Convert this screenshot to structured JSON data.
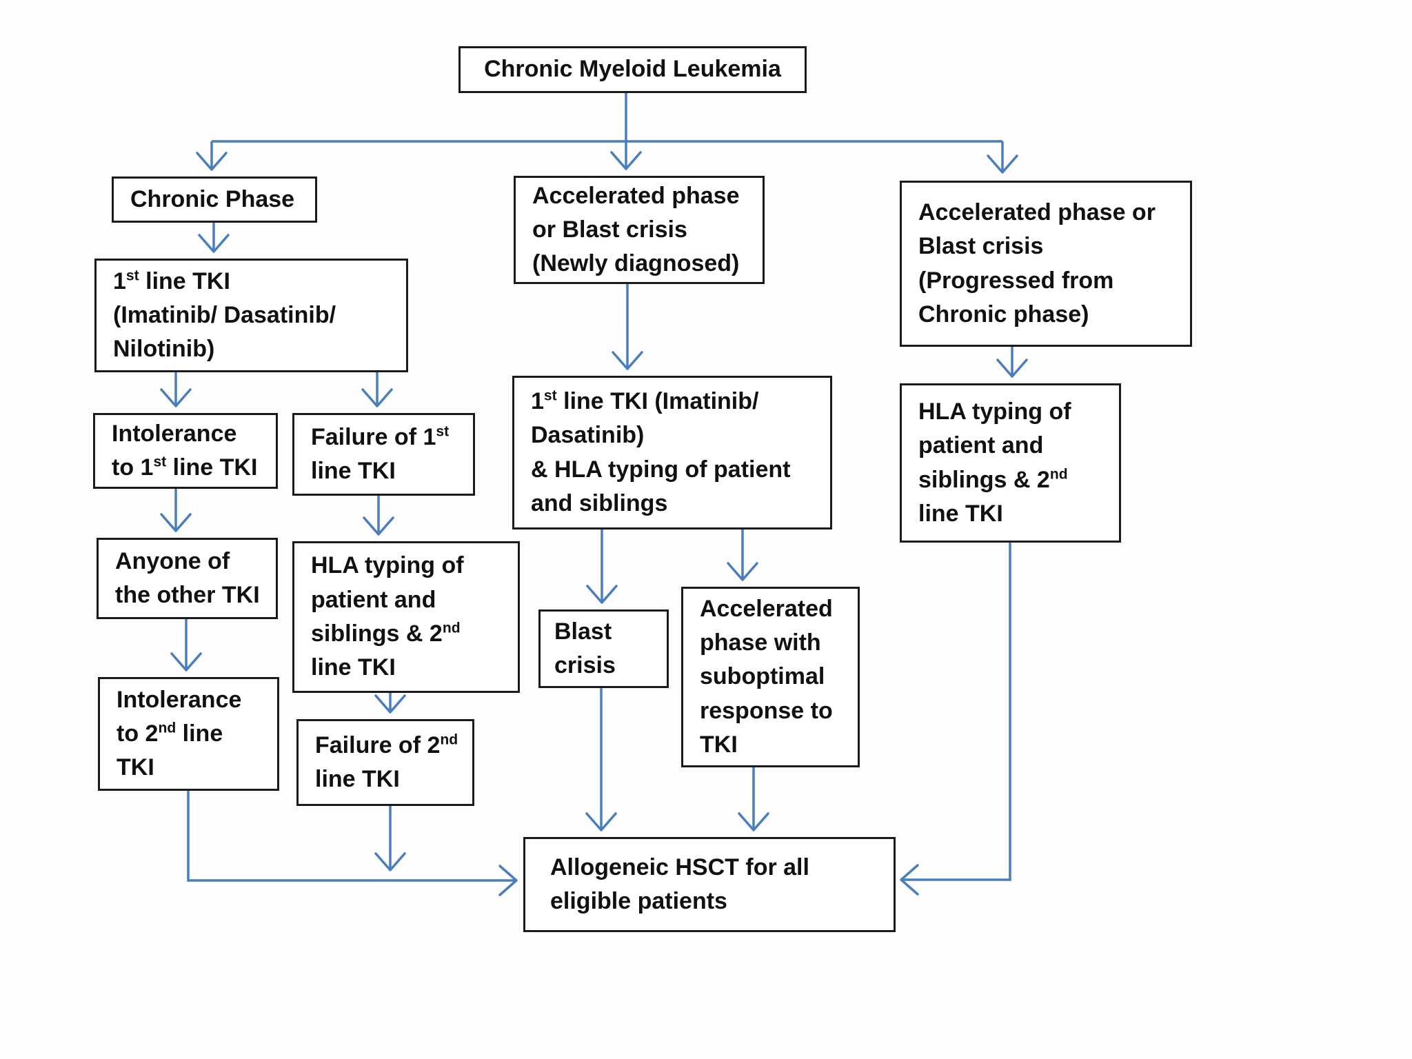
{
  "colors": {
    "arrow": "#4a7ebb",
    "box_border": "#1b1b1b",
    "text": "#111111",
    "background": "#fdfdfd"
  },
  "diagram": {
    "nodes": {
      "cml": {
        "label": "Chronic Myeloid Leukemia"
      },
      "chronic_phase": {
        "label": "Chronic Phase"
      },
      "first_line_tki_chronic": {
        "label": "1st line TKI\n(Imatinib/ Dasatinib/\nNilotinib)"
      },
      "intolerance_first_line": {
        "label": "Intolerance\nto 1st line TKI"
      },
      "failure_first_line": {
        "label": "Failure of 1st\nline TKI"
      },
      "anyone_other_tki": {
        "label": "Anyone of\nthe other TKI"
      },
      "hla_typing_left": {
        "label": "HLA typing of\npatient and\nsiblings & 2nd\nline TKI"
      },
      "intolerance_second_line": {
        "label": "Intolerance\nto 2nd line\nTKI"
      },
      "failure_second_line": {
        "label": "Failure of 2nd\nline TKI"
      },
      "accelerated_newly_diagnosed": {
        "label": "Accelerated phase\nor Blast crisis\n(Newly diagnosed)"
      },
      "first_line_tki_accelerated": {
        "label": "1st line TKI (Imatinib/\nDasatinib)\n& HLA typing of patient\nand siblings"
      },
      "blast_crisis": {
        "label": "Blast\ncrisis"
      },
      "accelerated_suboptimal": {
        "label": "Accelerated\nphase with\nsuboptimal\nresponse to\nTKI"
      },
      "accelerated_progressed": {
        "label": "Accelerated phase or\nBlast crisis\n(Progressed from\nChronic phase)"
      },
      "hla_typing_right": {
        "label": "HLA typing of\npatient and\nsiblings & 2nd\nline TKI"
      },
      "hsct": {
        "label": "Allogeneic HSCT for all\neligible patients"
      }
    }
  }
}
